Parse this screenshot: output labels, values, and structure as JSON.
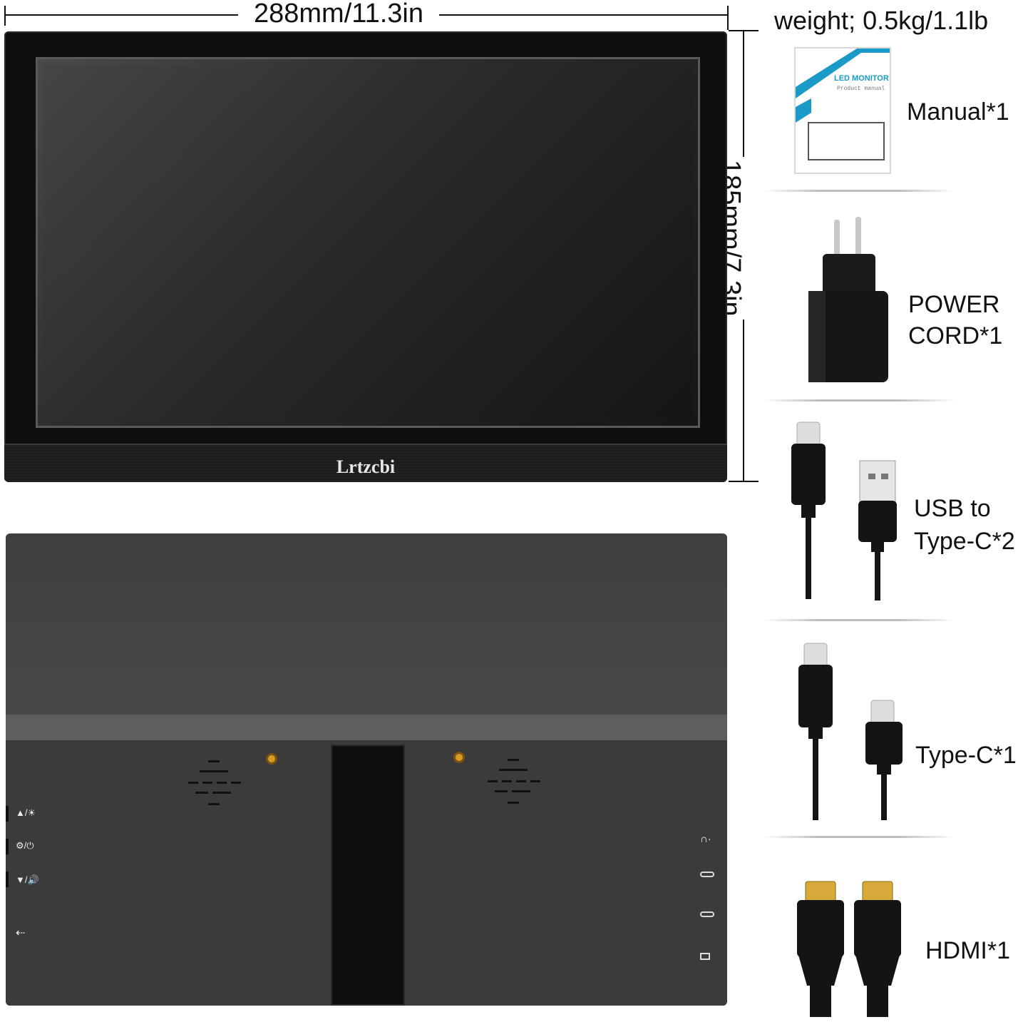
{
  "dimensions": {
    "width_label": "288mm/11.3in",
    "height_label": "185mm/7.3in",
    "weight_label": "weight; 0.5kg/1.1lb"
  },
  "brand": "Lrtzcbi",
  "accessories": [
    {
      "label": "Manual*1",
      "icon": "manual-icon"
    },
    {
      "label_line1": "POWER",
      "label_line2": "CORD*1",
      "icon": "power-adapter-icon"
    },
    {
      "label_line1": "USB to",
      "label_line2": "Type-C*2",
      "icon": "usb-cable-icon"
    },
    {
      "label": "Type-C*1",
      "icon": "type-c-cable-icon"
    },
    {
      "label": "HDMI*1",
      "icon": "hdmi-cable-icon"
    }
  ],
  "manual": {
    "title": "LED MONITOR",
    "subtitle": "Product manual"
  },
  "colors": {
    "manual_accent": "#1a9bc7",
    "screw": "#d79a22",
    "bezel": "#0e0e0e"
  }
}
